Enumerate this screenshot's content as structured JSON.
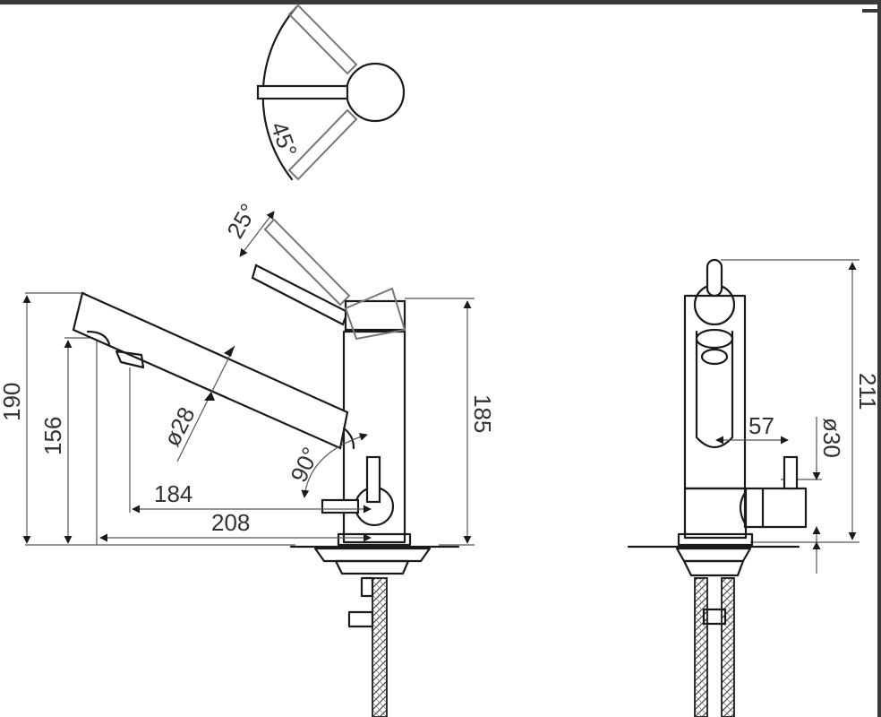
{
  "colors": {
    "ink": "#1a1a1a",
    "dimension_text": "#333333",
    "frame": "#3a3a3a",
    "background": "#ffffff"
  },
  "dimensions": {
    "handle_swivel_angle": "45°",
    "lever_tilt_angle": "25°",
    "spout_angle": "90°",
    "spout_diameter": "ø28",
    "overall_height_front": "190",
    "spout_outlet_height": "156",
    "spout_reach_outlet": "184",
    "spout_reach_total": "208",
    "body_height": "185",
    "overall_height_side": "211",
    "side_offset": "57",
    "side_diameter": "ø30"
  }
}
